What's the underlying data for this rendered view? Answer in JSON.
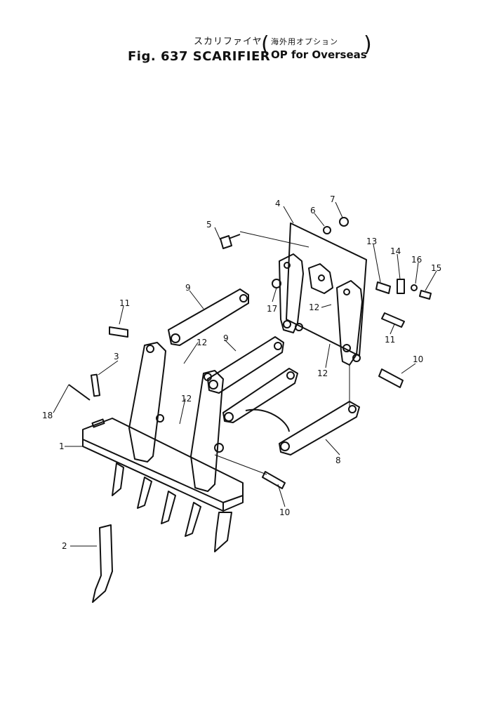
{
  "title": {
    "jp": "スカリファイヤ",
    "fig": "Fig. 637  SCARIFIER",
    "sub_jp": "海外用オプション",
    "sub_en": "OP for Overseas"
  },
  "callouts": [
    "1",
    "2",
    "3",
    "4",
    "5",
    "6",
    "7",
    "8",
    "9",
    "9",
    "10",
    "10",
    "11",
    "11",
    "12",
    "12",
    "12",
    "12",
    "13",
    "14",
    "15",
    "16",
    "17",
    "18"
  ]
}
